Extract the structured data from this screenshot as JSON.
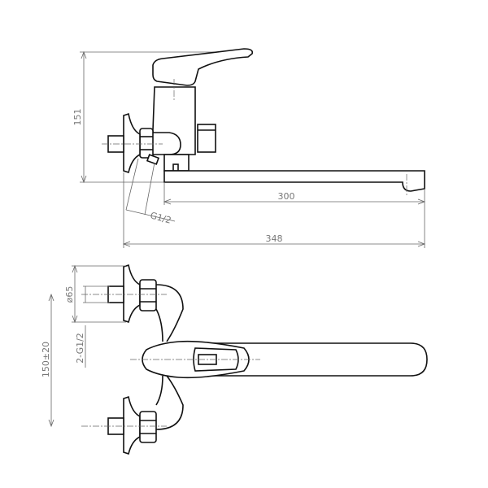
{
  "side_view": {
    "height_dim": "151",
    "spout_dim": "300",
    "overall_dim": "348",
    "thread_label": "G1/2"
  },
  "front_view": {
    "flange_dim": "ø65",
    "thread_label": "2-G1/2",
    "spacing_dim": "150±20"
  }
}
